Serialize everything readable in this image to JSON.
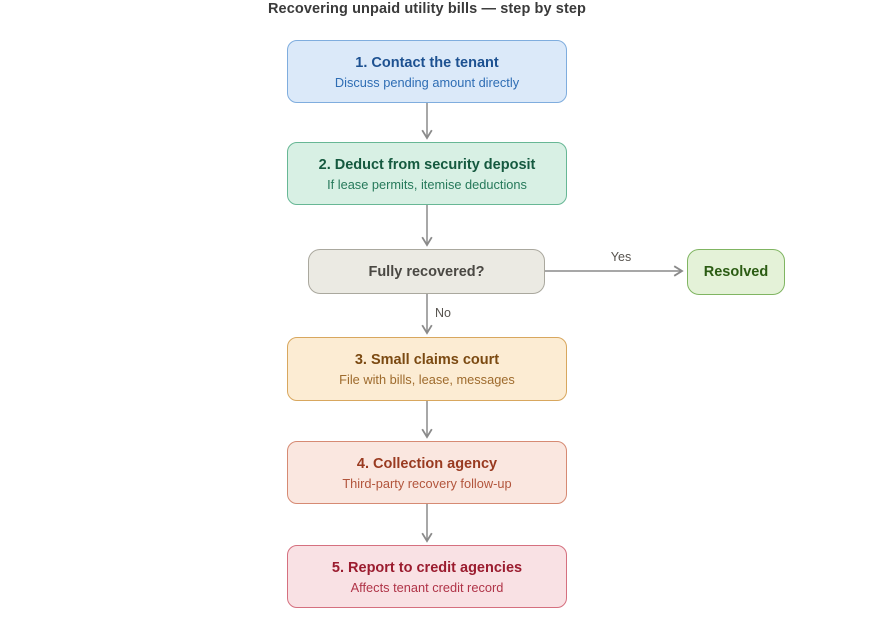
{
  "title": {
    "text": "Recovering unpaid utility bills — step by step",
    "color": "#3a3a3a"
  },
  "flow": {
    "steps": [
      {
        "label": "1. Contact the tenant",
        "sublabel": "Discuss pending amount directly",
        "fill": "#dbe9f9",
        "border": "#7fadde",
        "label_color": "#1d5191",
        "sublabel_color": "#2e6db4"
      },
      {
        "label": "2. Deduct from security deposit",
        "sublabel": "If lease permits, itemise deductions",
        "fill": "#d8f0e4",
        "border": "#67b795",
        "label_color": "#15593f",
        "sublabel_color": "#26795a"
      },
      {
        "label": "3. Small claims court",
        "sublabel": "File with bills, lease, messages",
        "fill": "#fcecd3",
        "border": "#d8a75e",
        "label_color": "#7b4a12",
        "sublabel_color": "#9e6b2d"
      },
      {
        "label": "4. Collection agency",
        "sublabel": "Third-party recovery follow-up",
        "fill": "#fae7e0",
        "border": "#d68a73",
        "label_color": "#993a20",
        "sublabel_color": "#b2553c"
      },
      {
        "label": "5. Report to credit agencies",
        "sublabel": "Affects tenant credit record",
        "fill": "#f9e1e4",
        "border": "#d5707f",
        "label_color": "#9b1c2f",
        "sublabel_color": "#b03448"
      }
    ],
    "decision": {
      "label": "Fully recovered?",
      "fill": "#ebeae3",
      "border": "#aaa89e",
      "label_color": "#4a4843"
    },
    "terminal": {
      "label": "Resolved",
      "fill": "#e4f2d8",
      "border": "#80b562",
      "label_color": "#2b5c13"
    },
    "edge_labels": {
      "yes": "Yes",
      "no": "No"
    },
    "edge_label_color": "#57534e",
    "arrow_color": "#8a8a8a"
  }
}
